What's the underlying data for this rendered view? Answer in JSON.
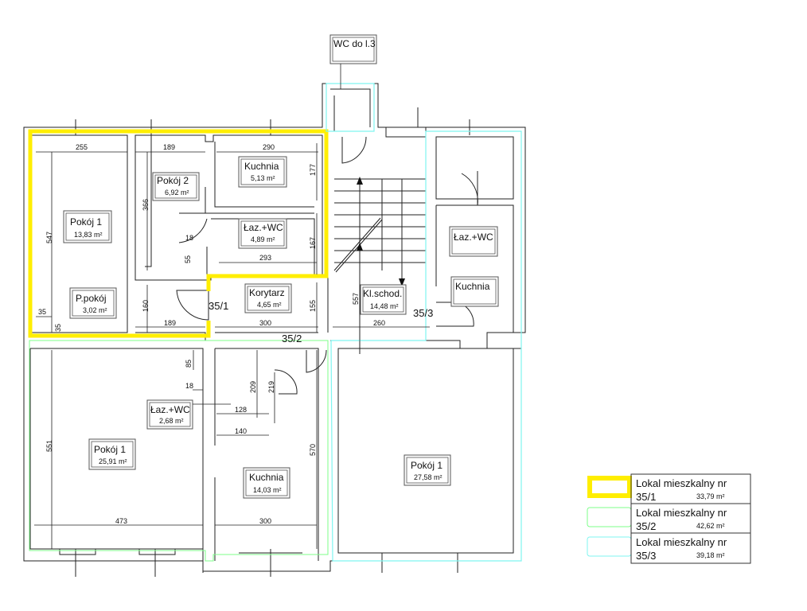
{
  "title_box": "WC do l.3",
  "units": [
    {
      "id": "35/1",
      "color": "#ffee00"
    },
    {
      "id": "35/2",
      "color": "#7dff8a"
    },
    {
      "id": "35/3",
      "color": "#7ff5f0"
    }
  ],
  "rooms": {
    "u1_pokoj1": {
      "name": "Pokój 1",
      "area": "13,83 m²"
    },
    "u1_pokoj2": {
      "name": "Pokój 2",
      "area": "6,92 m²"
    },
    "u1_kuchnia": {
      "name": "Kuchnia",
      "area": "5,13 m²"
    },
    "u1_lazienka": {
      "name": "Łaz.+WC",
      "area": "4,89 m²"
    },
    "u1_ppokoj": {
      "name": "P.pokój",
      "area": "3,02 m²"
    },
    "korytarz": {
      "name": "Korytarz",
      "area": "4,65 m²"
    },
    "klatka": {
      "name": "Kl.schod.",
      "area": "14,48 m²"
    },
    "u3_lazienka": {
      "name": "Łaz.+WC"
    },
    "u3_kuchnia": {
      "name": "Kuchnia"
    },
    "u2_lazienka": {
      "name": "Łaz.+WC",
      "area": "2,68 m²"
    },
    "u2_pokoj1": {
      "name": "Pokój 1",
      "area": "25,91 m²"
    },
    "u2_kuchnia": {
      "name": "Kuchnia",
      "area": "14,03 m²"
    },
    "u3_pokoj1": {
      "name": "Pokój 1",
      "area": "27,58 m²"
    }
  },
  "dimensions": {
    "d255": "255",
    "d189a": "189",
    "d290": "290",
    "d177": "177",
    "d366": "366",
    "d547": "547",
    "d18a": "18",
    "d55": "55",
    "d293": "293",
    "d167": "167",
    "d160": "160",
    "d35a": "35",
    "d35b": "35",
    "d189b": "189",
    "d300a": "300",
    "d155": "155",
    "d557": "557",
    "d260": "260",
    "d85": "85",
    "d18b": "18",
    "d209": "209",
    "d219": "219",
    "d128": "128",
    "d140": "140",
    "d551": "551",
    "d570": "570",
    "d473": "473",
    "d300b": "300"
  },
  "unit_labels": {
    "u1": "35/1",
    "u2": "35/2",
    "u3": "35/3"
  },
  "legend": [
    {
      "title": "Lokal mieszkalny nr",
      "unit": "35/1",
      "area": "33,79 m²"
    },
    {
      "title": "Lokal mieszkalny nr",
      "unit": "35/2",
      "area": "42,62 m²"
    },
    {
      "title": "Lokal mieszkalny nr",
      "unit": "35/3",
      "area": "39,18 m²"
    }
  ]
}
